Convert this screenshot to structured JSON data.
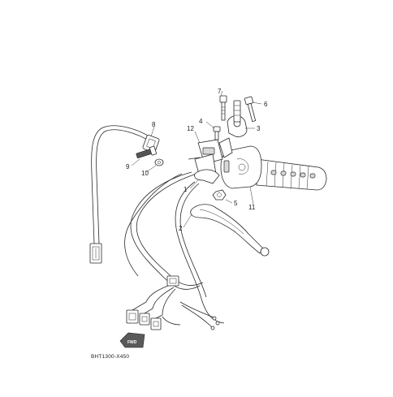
{
  "diagram": {
    "code_label": "BHT1300-X450",
    "front_arrow_text": "FWD",
    "callouts": [
      {
        "id": "c1",
        "text": "1"
      },
      {
        "id": "c2",
        "text": "2"
      },
      {
        "id": "c3",
        "text": "3"
      },
      {
        "id": "c4",
        "text": "4"
      },
      {
        "id": "c5",
        "text": "5"
      },
      {
        "id": "c6",
        "text": "6"
      },
      {
        "id": "c7",
        "text": "7"
      },
      {
        "id": "c8",
        "text": "8"
      },
      {
        "id": "c9",
        "text": "9"
      },
      {
        "id": "c10",
        "text": "10"
      },
      {
        "id": "c11",
        "text": "11"
      },
      {
        "id": "c12",
        "text": "12"
      }
    ]
  }
}
